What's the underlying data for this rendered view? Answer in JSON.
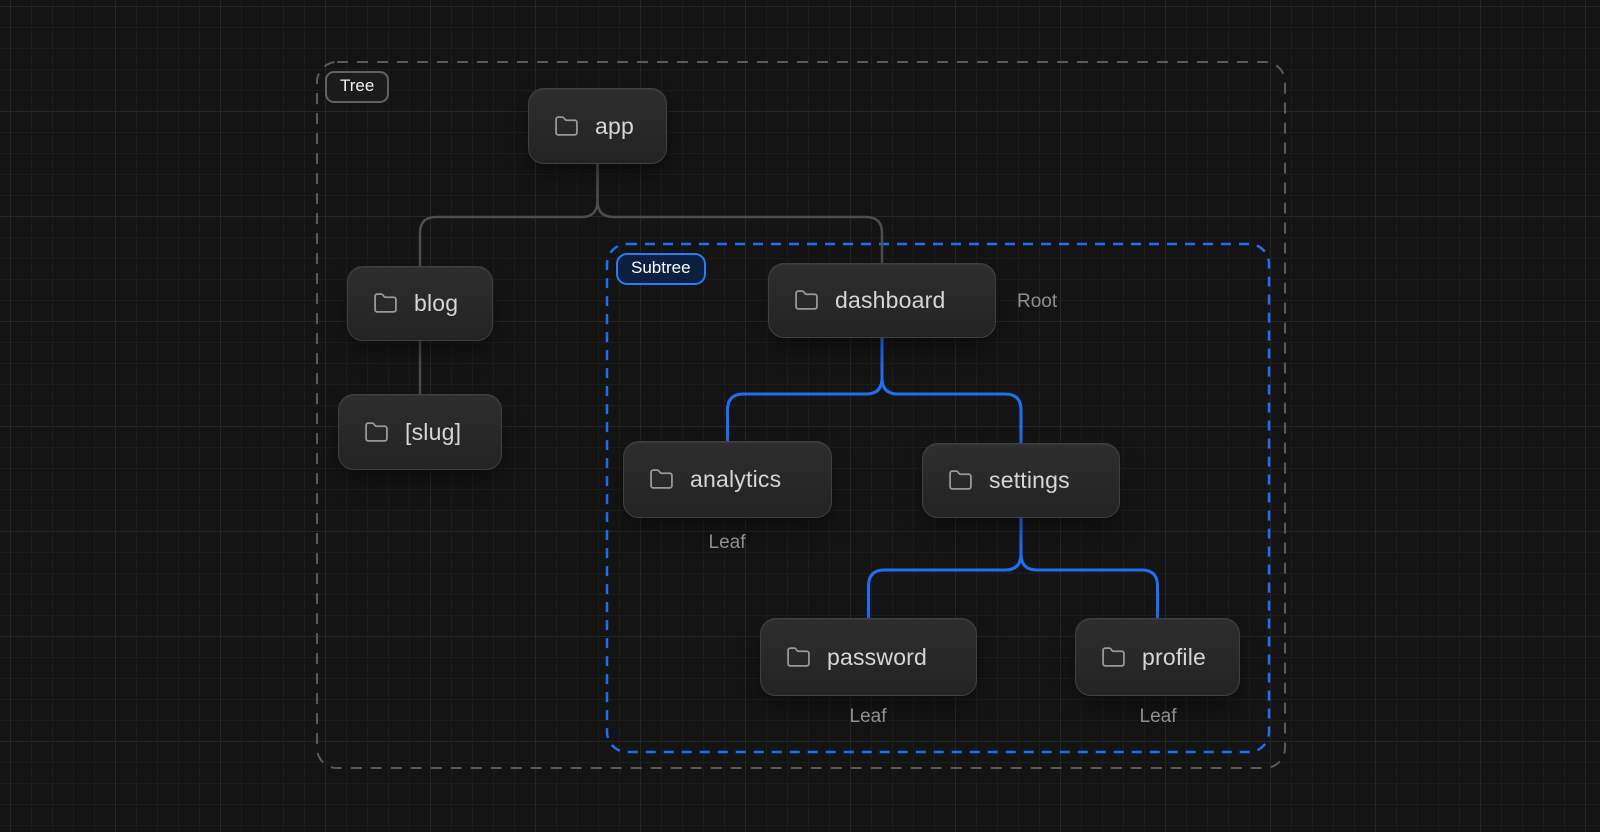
{
  "diagram": {
    "groups": {
      "tree": {
        "label": "Tree"
      },
      "subtree": {
        "label": "Subtree"
      }
    },
    "nodes": {
      "app": {
        "label": "app",
        "icon": "folder-icon"
      },
      "blog": {
        "label": "blog",
        "icon": "folder-icon"
      },
      "slug": {
        "label": "[slug]",
        "icon": "folder-icon"
      },
      "dashboard": {
        "label": "dashboard",
        "icon": "folder-icon",
        "annotation": "Root"
      },
      "analytics": {
        "label": "analytics",
        "icon": "folder-icon",
        "annotation": "Leaf"
      },
      "settings": {
        "label": "settings",
        "icon": "folder-icon"
      },
      "password": {
        "label": "password",
        "icon": "folder-icon",
        "annotation": "Leaf"
      },
      "profile": {
        "label": "profile",
        "icon": "folder-icon",
        "annotation": "Leaf"
      }
    },
    "edges": [
      {
        "from": "app",
        "to": "blog",
        "color": "gray"
      },
      {
        "from": "app",
        "to": "dashboard",
        "color": "gray"
      },
      {
        "from": "blog",
        "to": "slug",
        "color": "gray"
      },
      {
        "from": "dashboard",
        "to": "analytics",
        "color": "blue"
      },
      {
        "from": "dashboard",
        "to": "settings",
        "color": "blue"
      },
      {
        "from": "settings",
        "to": "password",
        "color": "blue"
      },
      {
        "from": "settings",
        "to": "profile",
        "color": "blue"
      }
    ],
    "colors": {
      "accent_blue": "#1e6ff2",
      "edge_gray": "#4d4d4d",
      "tree_border": "#5a5a5a",
      "node_text": "#d6d6d6",
      "annotation_text": "#8f8f8f",
      "background": "#141414"
    }
  }
}
